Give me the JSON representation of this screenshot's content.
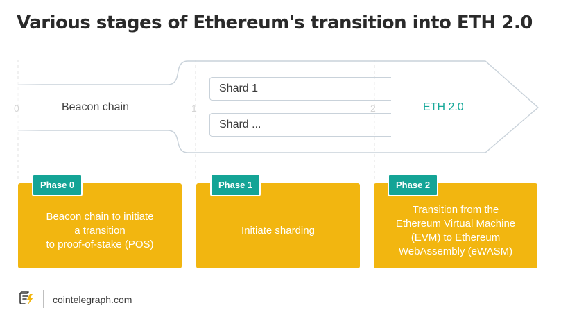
{
  "title": "Various stages of Ethereum's transition into ETH 2.0",
  "timeline": {
    "ticks": [
      "0",
      "1",
      "2"
    ],
    "stages": {
      "beacon": "Beacon chain",
      "eth": "ETH 2.0"
    },
    "shards": [
      "Shard 1",
      "Shard ..."
    ]
  },
  "phases": [
    {
      "tag": "Phase 0",
      "description": "Beacon chain to initiate\na transition\nto proof-of-stake (POS)"
    },
    {
      "tag": "Phase 1",
      "description": "Initiate sharding"
    },
    {
      "tag": "Phase 2",
      "description": "Transition from the\nEthereum Virtual Machine\n(EVM) to Ethereum\nWebAssembly (eWASM)"
    }
  ],
  "footer": {
    "source": "cointelegraph.com"
  },
  "colors": {
    "phase_card": "#f2b610",
    "phase_tag": "#14a496",
    "eth_label": "#18a99a",
    "outline": "#c9d2da",
    "text": "#2b2b2b"
  },
  "icons": [
    "cointelegraph-logo-icon"
  ]
}
